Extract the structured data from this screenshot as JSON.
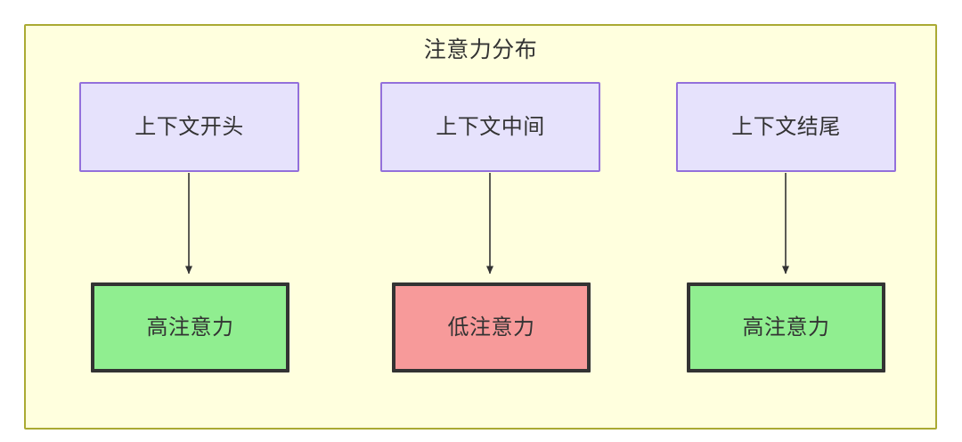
{
  "diagram": {
    "title": "注意力分布",
    "frame": {
      "fill_color": "#ffffde",
      "border_color": "#aaaa33"
    },
    "context_nodes": [
      {
        "id": "context-start",
        "label": "上下文开头",
        "fill_color": "#e6e2fc",
        "border_color": "#9370db"
      },
      {
        "id": "context-middle",
        "label": "上下文中间",
        "fill_color": "#e6e2fc",
        "border_color": "#9370db"
      },
      {
        "id": "context-end",
        "label": "上下文结尾",
        "fill_color": "#e6e2fc",
        "border_color": "#9370db"
      }
    ],
    "attention_nodes": [
      {
        "id": "attention-high-start",
        "label": "高注意力",
        "level": "high",
        "fill_color": "#90ee90",
        "border_color": "#333333"
      },
      {
        "id": "attention-low-middle",
        "label": "低注意力",
        "level": "low",
        "fill_color": "#f79a9a",
        "border_color": "#333333"
      },
      {
        "id": "attention-high-end",
        "label": "高注意力",
        "level": "high",
        "fill_color": "#90ee90",
        "border_color": "#333333"
      }
    ],
    "edges": [
      {
        "id": "edge-start",
        "from": "上下文开头",
        "to": "高注意力"
      },
      {
        "id": "edge-middle",
        "from": "上下文中间",
        "to": "低注意力"
      },
      {
        "id": "edge-end",
        "from": "上下文结尾",
        "to": "高注意力"
      }
    ]
  }
}
